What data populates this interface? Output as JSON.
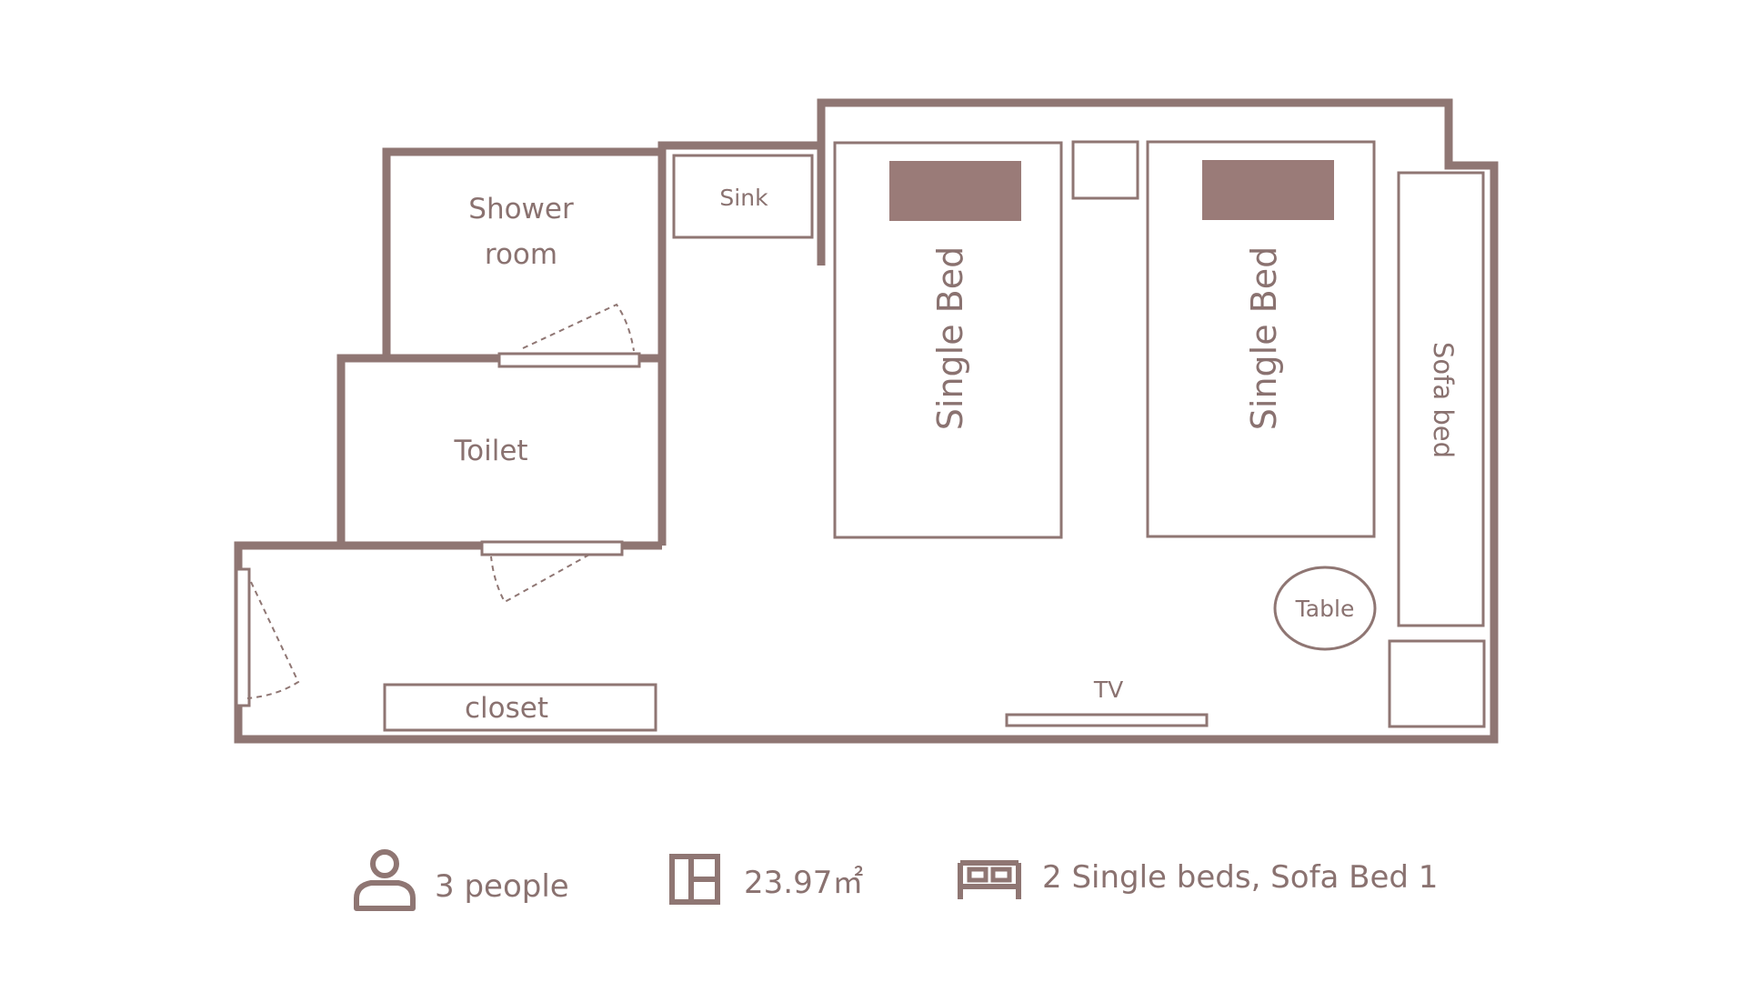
{
  "plan": {
    "wall_color": "#8f7673",
    "bed_pillow_color": "#9a7b78",
    "rooms": {
      "shower": [
        "Shower",
        "room"
      ],
      "toilet": "Toilet",
      "sink": "Sink",
      "bed1": "Single Bed",
      "bed2": "Single Bed",
      "sofa": "Sofa bed",
      "table": "Table",
      "tv": "TV",
      "closet": "closet"
    }
  },
  "summary": {
    "capacity": {
      "icon": "person-icon",
      "text": "3 people"
    },
    "area": {
      "icon": "floorplan-icon",
      "text": "23.97㎡"
    },
    "beds": {
      "icon": "bed-icon",
      "text": "2 Single beds, Sofa Bed 1"
    }
  }
}
